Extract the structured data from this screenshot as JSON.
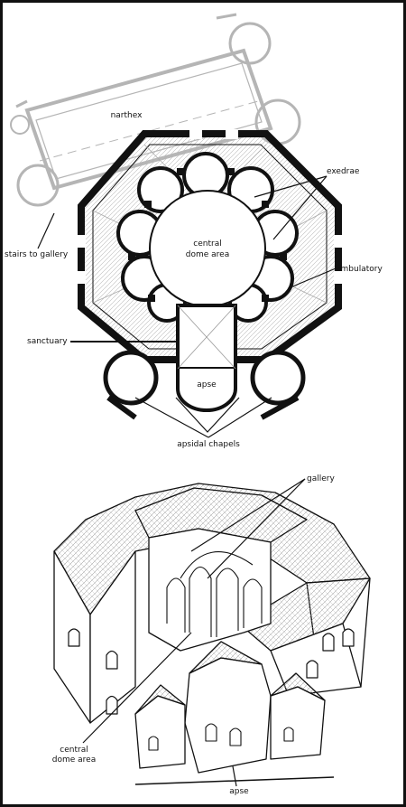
{
  "plan": {
    "labels": {
      "narthex": "narthex",
      "exedrae": "exedrae",
      "stairs": "stairs to gallery",
      "central_line1": "central",
      "central_line2": "dome area",
      "ambulatory": "ambulatory",
      "sanctuary": "sanctuary",
      "apse": "apse",
      "apsidal_chapels": "apsidal chapels"
    }
  },
  "axonometric": {
    "labels": {
      "gallery": "gallery",
      "central_line1": "central",
      "central_line2": "dome area",
      "apse": "apse"
    }
  }
}
